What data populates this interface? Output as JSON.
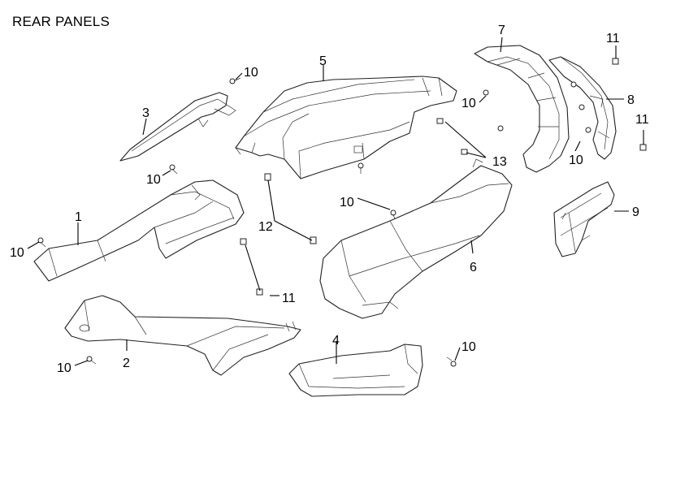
{
  "title": "REAR PANELS",
  "parts": [
    {
      "id": "1",
      "label": "1",
      "name": "panel"
    },
    {
      "id": "2",
      "label": "2",
      "name": "panel"
    },
    {
      "id": "3",
      "label": "3",
      "name": "panel"
    },
    {
      "id": "4",
      "label": "4",
      "name": "panel"
    },
    {
      "id": "5",
      "label": "5",
      "name": "panel"
    },
    {
      "id": "6",
      "label": "6",
      "name": "panel"
    },
    {
      "id": "7",
      "label": "7",
      "name": "panel"
    },
    {
      "id": "8",
      "label": "8",
      "name": "panel"
    },
    {
      "id": "9",
      "label": "9",
      "name": "panel"
    }
  ],
  "callouts": {
    "c1": "1",
    "c2": "2",
    "c3": "3",
    "c4": "4",
    "c5": "5",
    "c6": "6",
    "c7": "7",
    "c8": "8",
    "c9": "9",
    "c10a": "10",
    "c10b": "10",
    "c10c": "10",
    "c10d": "10",
    "c10e": "10",
    "c10f": "10",
    "c10g": "10",
    "c10h": "10",
    "c11a": "11",
    "c11b": "11",
    "c11c": "11",
    "c12": "12",
    "c13": "13"
  },
  "colors": {
    "line": "#222222",
    "background": "#ffffff"
  }
}
